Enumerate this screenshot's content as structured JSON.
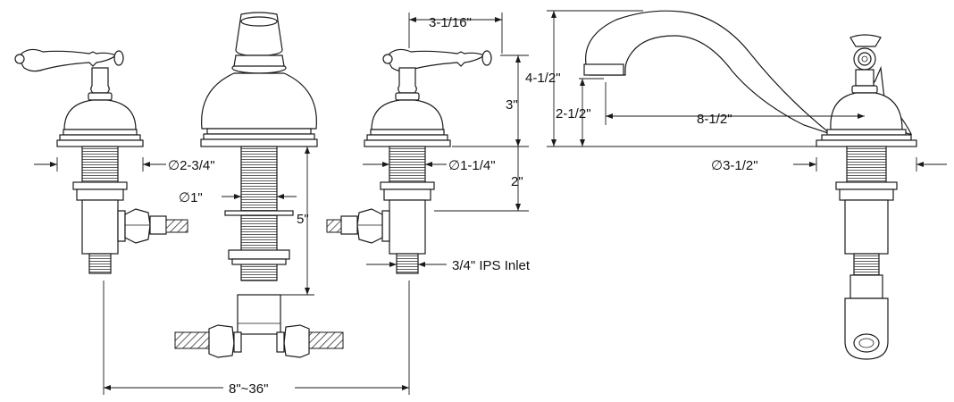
{
  "labels": {
    "handle_width": "3-1/16\"",
    "spout_height_total": "4-1/2\"",
    "handle_height": "3\"",
    "spout_clearance": "2-1/2\"",
    "spout_reach": "8-1/2\"",
    "handle_escutcheon_dia": "∅2-3/4\"",
    "handle_shank_dia": "∅1-1/4\"",
    "spout_escutcheon_dia": "∅3-1/2\"",
    "spout_shank_dia": "∅1\"",
    "max_deck_thickness": "2\"",
    "spout_shank_length": "5\"",
    "inlet": "3/4\" IPS Inlet",
    "center_spread": "8\"~36\""
  }
}
